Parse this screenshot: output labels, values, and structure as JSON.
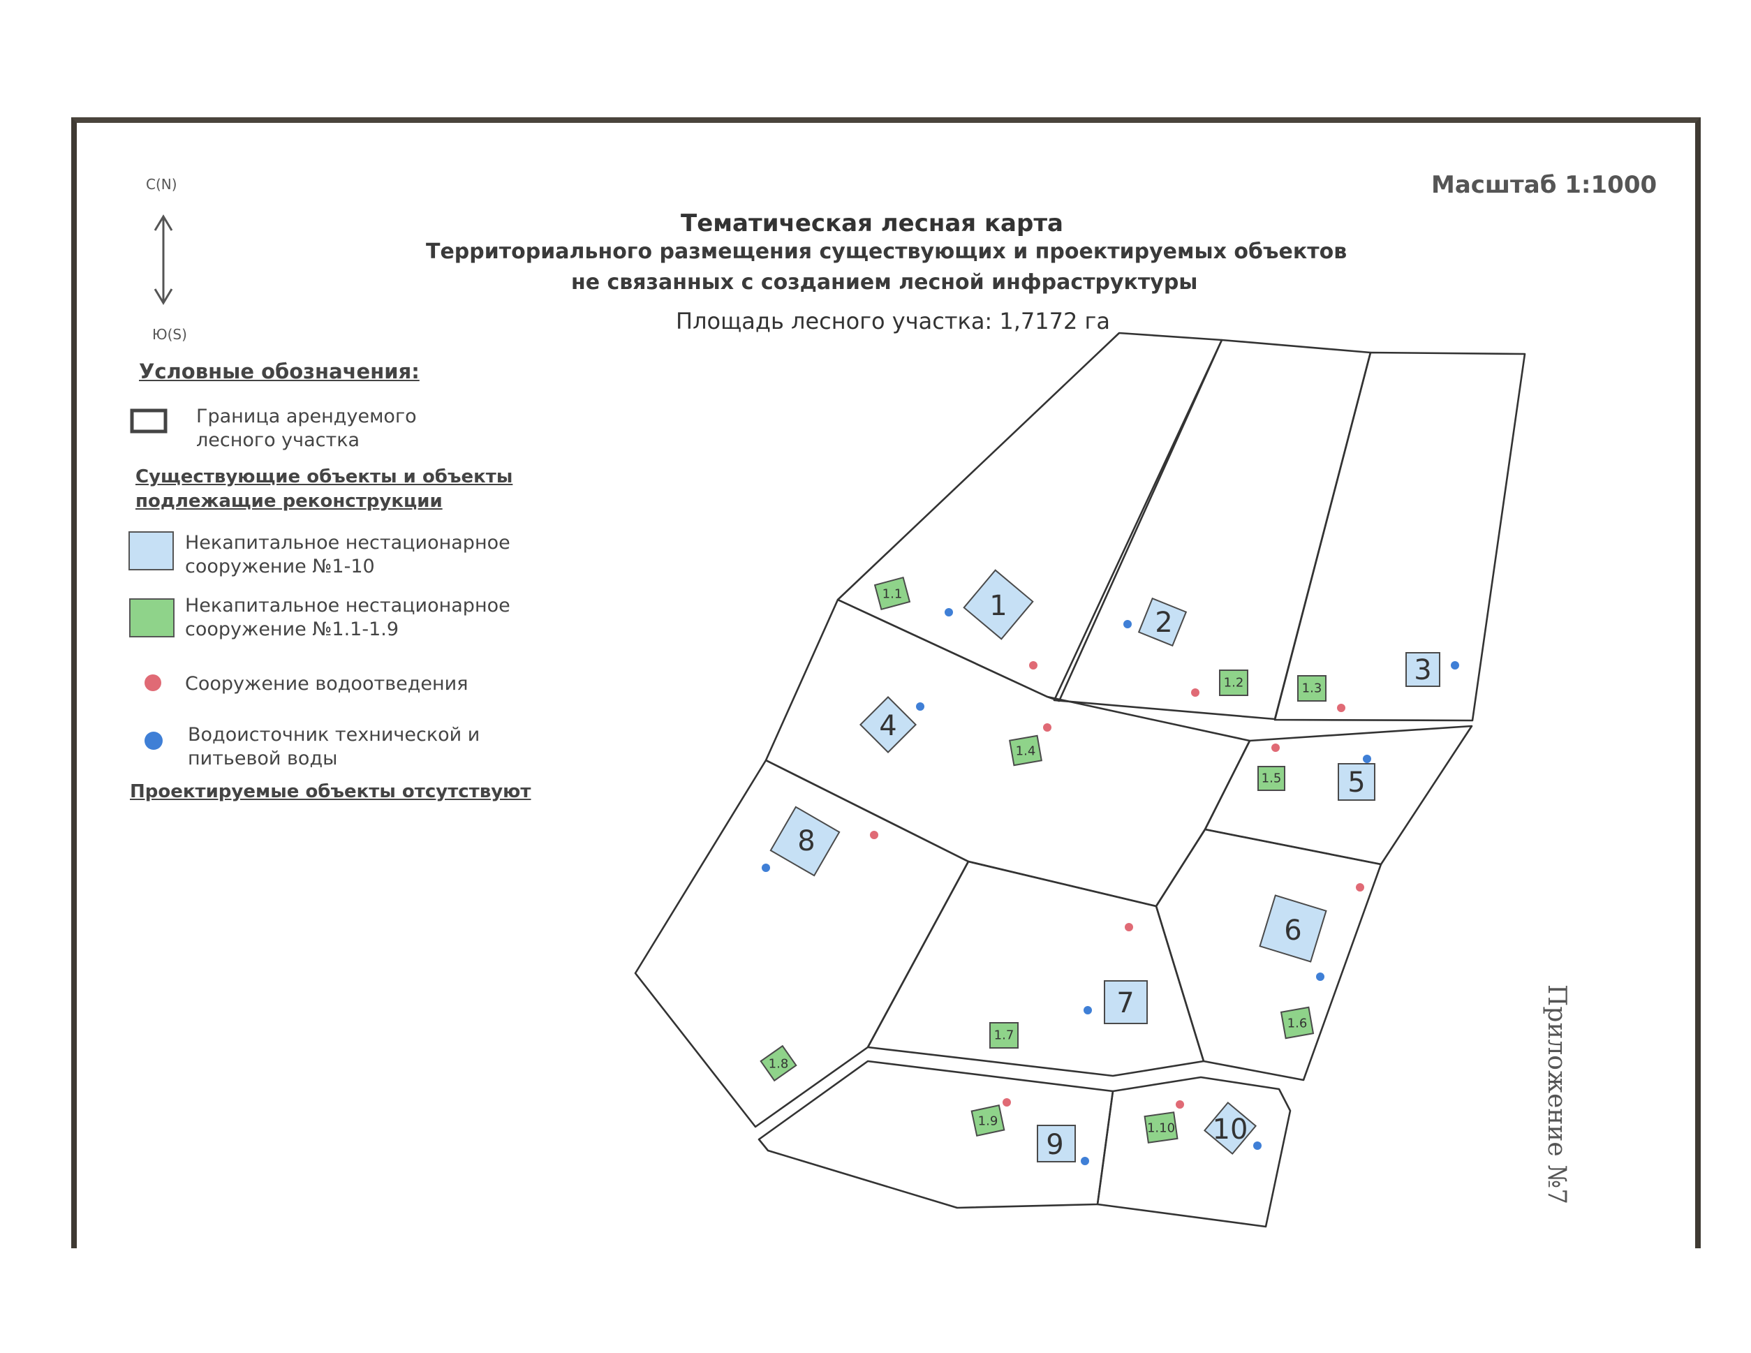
{
  "map": {
    "title": "Тематическая лесная карта",
    "subtitle_line1": "Территориального размещения существующих и  проектируемых объектов",
    "subtitle_line2": "не связанных с созданием лесной инфраструктуры",
    "area": "Площадь лесного участка: 1,7172 га",
    "scale": "Масштаб 1:1000",
    "appendix": "Приложение №7"
  },
  "north_arrow": {
    "north": "С(N)",
    "south": "Ю(S)"
  },
  "legend": {
    "heading": "Условные обозначения:",
    "boundary_line1": "Граница арендуемого",
    "boundary_line2": "лесного участка",
    "existing_line1": "Существующие объекты и объекты",
    "existing_line2": "подлежащие реконструкции",
    "blue_line1": "Некапитальное нестационарное",
    "blue_line2": "сооружение №1-10",
    "green_line1": "Некапитальное нестационарное",
    "green_line2": "сооружение №1.1-1.9",
    "drain": "Сооружение водоотведения",
    "water_line1": "Водоисточник технической и",
    "water_line2": "питьевой воды",
    "projected": "Проектируемые объекты отсутствуют"
  },
  "colors": {
    "blue_fill": "#c6e0f5",
    "green_fill": "#8fd38a",
    "drain_dot": "#e06a75",
    "water_dot": "#3f7fd6",
    "line": "#333333"
  },
  "blue_labels": [
    "1",
    "2",
    "3",
    "4",
    "5",
    "6",
    "7",
    "8",
    "9",
    "10"
  ],
  "green_labels": [
    "1.1",
    "1.2",
    "1.3",
    "1.4",
    "1.5",
    "1.6",
    "1.7",
    "1.8",
    "1.9",
    "1.10"
  ]
}
